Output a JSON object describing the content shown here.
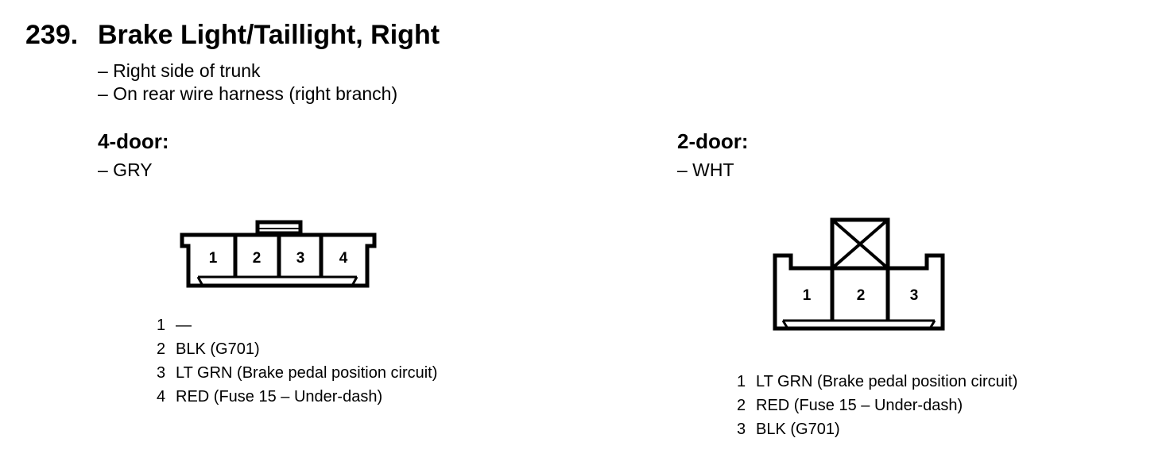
{
  "header": {
    "number": "239.",
    "title": "Brake Light/Taillight, Right"
  },
  "location": [
    "– Right side of trunk",
    "– On rear wire harness (right branch)"
  ],
  "connectors": [
    {
      "heading": "4-door:",
      "color": "– GRY",
      "terminal_labels": [
        "1",
        "2",
        "3",
        "4"
      ],
      "pins": [
        {
          "num": "1",
          "desc": "—"
        },
        {
          "num": "2",
          "desc": "BLK (G701)"
        },
        {
          "num": "3",
          "desc": "LT GRN (Brake pedal position circuit)"
        },
        {
          "num": "4",
          "desc": "RED (Fuse 15 – Under-dash)"
        }
      ]
    },
    {
      "heading": "2-door:",
      "color": "– WHT",
      "terminal_labels": [
        "1",
        "2",
        "3"
      ],
      "pins": [
        {
          "num": "1",
          "desc": "LT GRN (Brake pedal position circuit)"
        },
        {
          "num": "2",
          "desc": "RED (Fuse 15 – Under-dash)"
        },
        {
          "num": "3",
          "desc": "BLK (G701)"
        }
      ]
    }
  ]
}
